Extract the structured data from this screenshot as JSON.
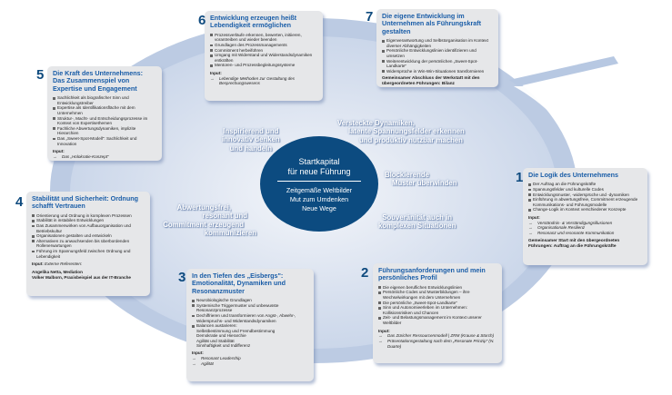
{
  "center": {
    "title_line1": "Startkapital",
    "title_line2": "für neue Führung",
    "lines": [
      "Zeitgemäße Weltbilder",
      "Mut zum Umdenken",
      "Neue Wege"
    ]
  },
  "mottos": [
    {
      "lines": [
        "Inspirierend und",
        "innovativ denken",
        "und handeln"
      ]
    },
    {
      "lines": [
        "Versteckte Dynamiken,",
        "latente Spannungsfelder erkennen",
        "und produktiv nutzbar machen"
      ]
    },
    {
      "lines": [
        "Blockierende",
        "Muster überwinden"
      ]
    },
    {
      "lines": [
        "Souveränität auch in",
        "komplexen Situationen"
      ]
    },
    {
      "lines": [
        "Abwertungsfrei,",
        "resonant und",
        "Commitment erzeugend",
        "kommunizieren"
      ]
    }
  ],
  "colors": {
    "accent": "#1b5ea8",
    "center": "#0c4b80",
    "ring": "#b7c8e2",
    "box": "#e6e7e9"
  },
  "modules": {
    "m1": {
      "number": "1",
      "title": "Die Logik des Unternehmens",
      "items": [
        "Der Auftrag an die Führungskräfte",
        "Spannungsfelder und kulturelle Codes",
        "Entwicklungsmuster, -widersprüche und -dynamiken",
        "Einführung in abwertungsfreie, Commitment erzeugende Kommunikations- und Führungsmodelle",
        "Change-Logik im Kontext verschiedener Konzepte"
      ],
      "input_label": "Input:",
      "inputs": [
        "Verständnis- & Verständigungsillusionen",
        "Organisationale Resilienz",
        "Resonanz und resonante Kommunikation"
      ],
      "closing": "Gemeinsamer Start mit den übergeordneten Führungen: Auftrag an die Führungskräfte"
    },
    "m2": {
      "number": "2",
      "title": "Führungsanforderungen und mein persönliches Profil",
      "items": [
        "Die eigenen beruflichen Entwicklungslinien",
        "Persönliche Codes und Musterbildungen – ihre Wechselwirkungen mit dem Unternehmen",
        "Die persönliche „Sweet-Spot-Landkarte\"",
        "Sinn und Autonomieerleben im Unternehmen: Kollisionsrisiken und Chancen",
        "Zeit- und Belastungsmanagement im Kontext unserer Weltbilder"
      ],
      "input_label": "Input:",
      "inputs": [
        "Das Züricher Ressourcenmodell | ZRM (Krause & Storch)",
        "Präsentationsgestaltung nach dem „Resonate Prinzip\" (N. Duarte)"
      ]
    },
    "m3": {
      "number": "3",
      "title": "In den Tiefen des „Eisbergs\": Emotionalität, Dynamiken und Resonanzmuster",
      "items": [
        "Neurobiologische Grundlagen",
        "Systemische Triggermuster und unbewusste Resonanzprozesse",
        "Dechiffrieren und transformieren von Angst-, Abwehr-, Widerspruchs- und Widerstandsdynamiken",
        "Balancen austarieren:"
      ],
      "subitems": [
        "Selbstbestimmung und Fremdbestimmung",
        "Demokratie und Hierarchie",
        "Agilität und Stabilität",
        "Sinnhaftigkeit und Indifferenz"
      ],
      "input_label": "Input:",
      "inputs": [
        "Resonant Leadership",
        "Agilität"
      ]
    },
    "m4": {
      "number": "4",
      "title": "Stabilität und Sicherheit: Ordnung schafft Vertrauen",
      "items": [
        "Orientierung und Ordnung in komplexen Prozessen",
        "Stabilität in instabilen Entwicklungen",
        "Das Zusammenwirken von Aufbauorganisation und Betriebskultur",
        "Organisationen gestalten und entwickeln",
        "Alternativen zu anwachsenden bis überbordenden Rollenerwartungen",
        "Führung im Spannungsfeld zwischen Ordnung und Lebendigkeit"
      ],
      "input_label": "Input:",
      "input_extra": "Externe Referenten:",
      "referents": [
        "Angelika Netta, Mediation",
        "Volker Malborn, Praxisbeispiel aus der IT-Branche"
      ]
    },
    "m5": {
      "number": "5",
      "title": "Die Kraft des Unternehmens: Das Zusammenspiel von Expertise und Engagement",
      "items": [
        "Sachlichkeit als biografischer Sinn und Entwicklungstreiber",
        "Expertise als Identifikationsfläche mit dem Unternehmen",
        "Struktur-, Macht- und Entscheidungsprozesse im Kontext von Expertisethemen",
        "Fachliche Abwertungsdynamiken, implizite Hierarchien",
        "Das „Sweet-Spot-Modell\": Sachlichkeit und Innovation"
      ],
      "input_label": "Input:",
      "inputs": [
        "Das „Holokratie-Konzept\""
      ]
    },
    "m6": {
      "number": "6",
      "title": "Entwicklung erzeugen heißt Lebendigkeit ermöglichen",
      "items": [
        "Prozessverläufe erkennen, bewerten, initiieren, vorantreiben und wieder beenden",
        "Grundlagen des Prozessmanagements",
        "Commitment herbeiführen",
        "Umgang mit Widerstand und Widerstandsdynamiken entkräften",
        "Mentoren- und Prozessbegleitungssysteme"
      ],
      "input_label": "Input:",
      "inputs": [
        "Lebendige Methoden zur Gestaltung des Besprechungswesens"
      ]
    },
    "m7": {
      "number": "7",
      "title": "Die eigene Entwicklung im Unternehmen als Führungskraft gestalten",
      "items": [
        "Eigenverantwortung und Selbstorganisation im Kontext diverser Abhängigkeiten",
        "Persönliche Entwicklungslinien identifizieren und umsetzen",
        "Weiterentwicklung der persönlichen „Sweet-Spot-Landkarte\"",
        "Widersprüche in Win-Win-Situationen transformieren"
      ],
      "closing": "Gemeinsamer Abschluss der Werkstatt mit den übergeordneten Führungen: Bilanz"
    }
  }
}
